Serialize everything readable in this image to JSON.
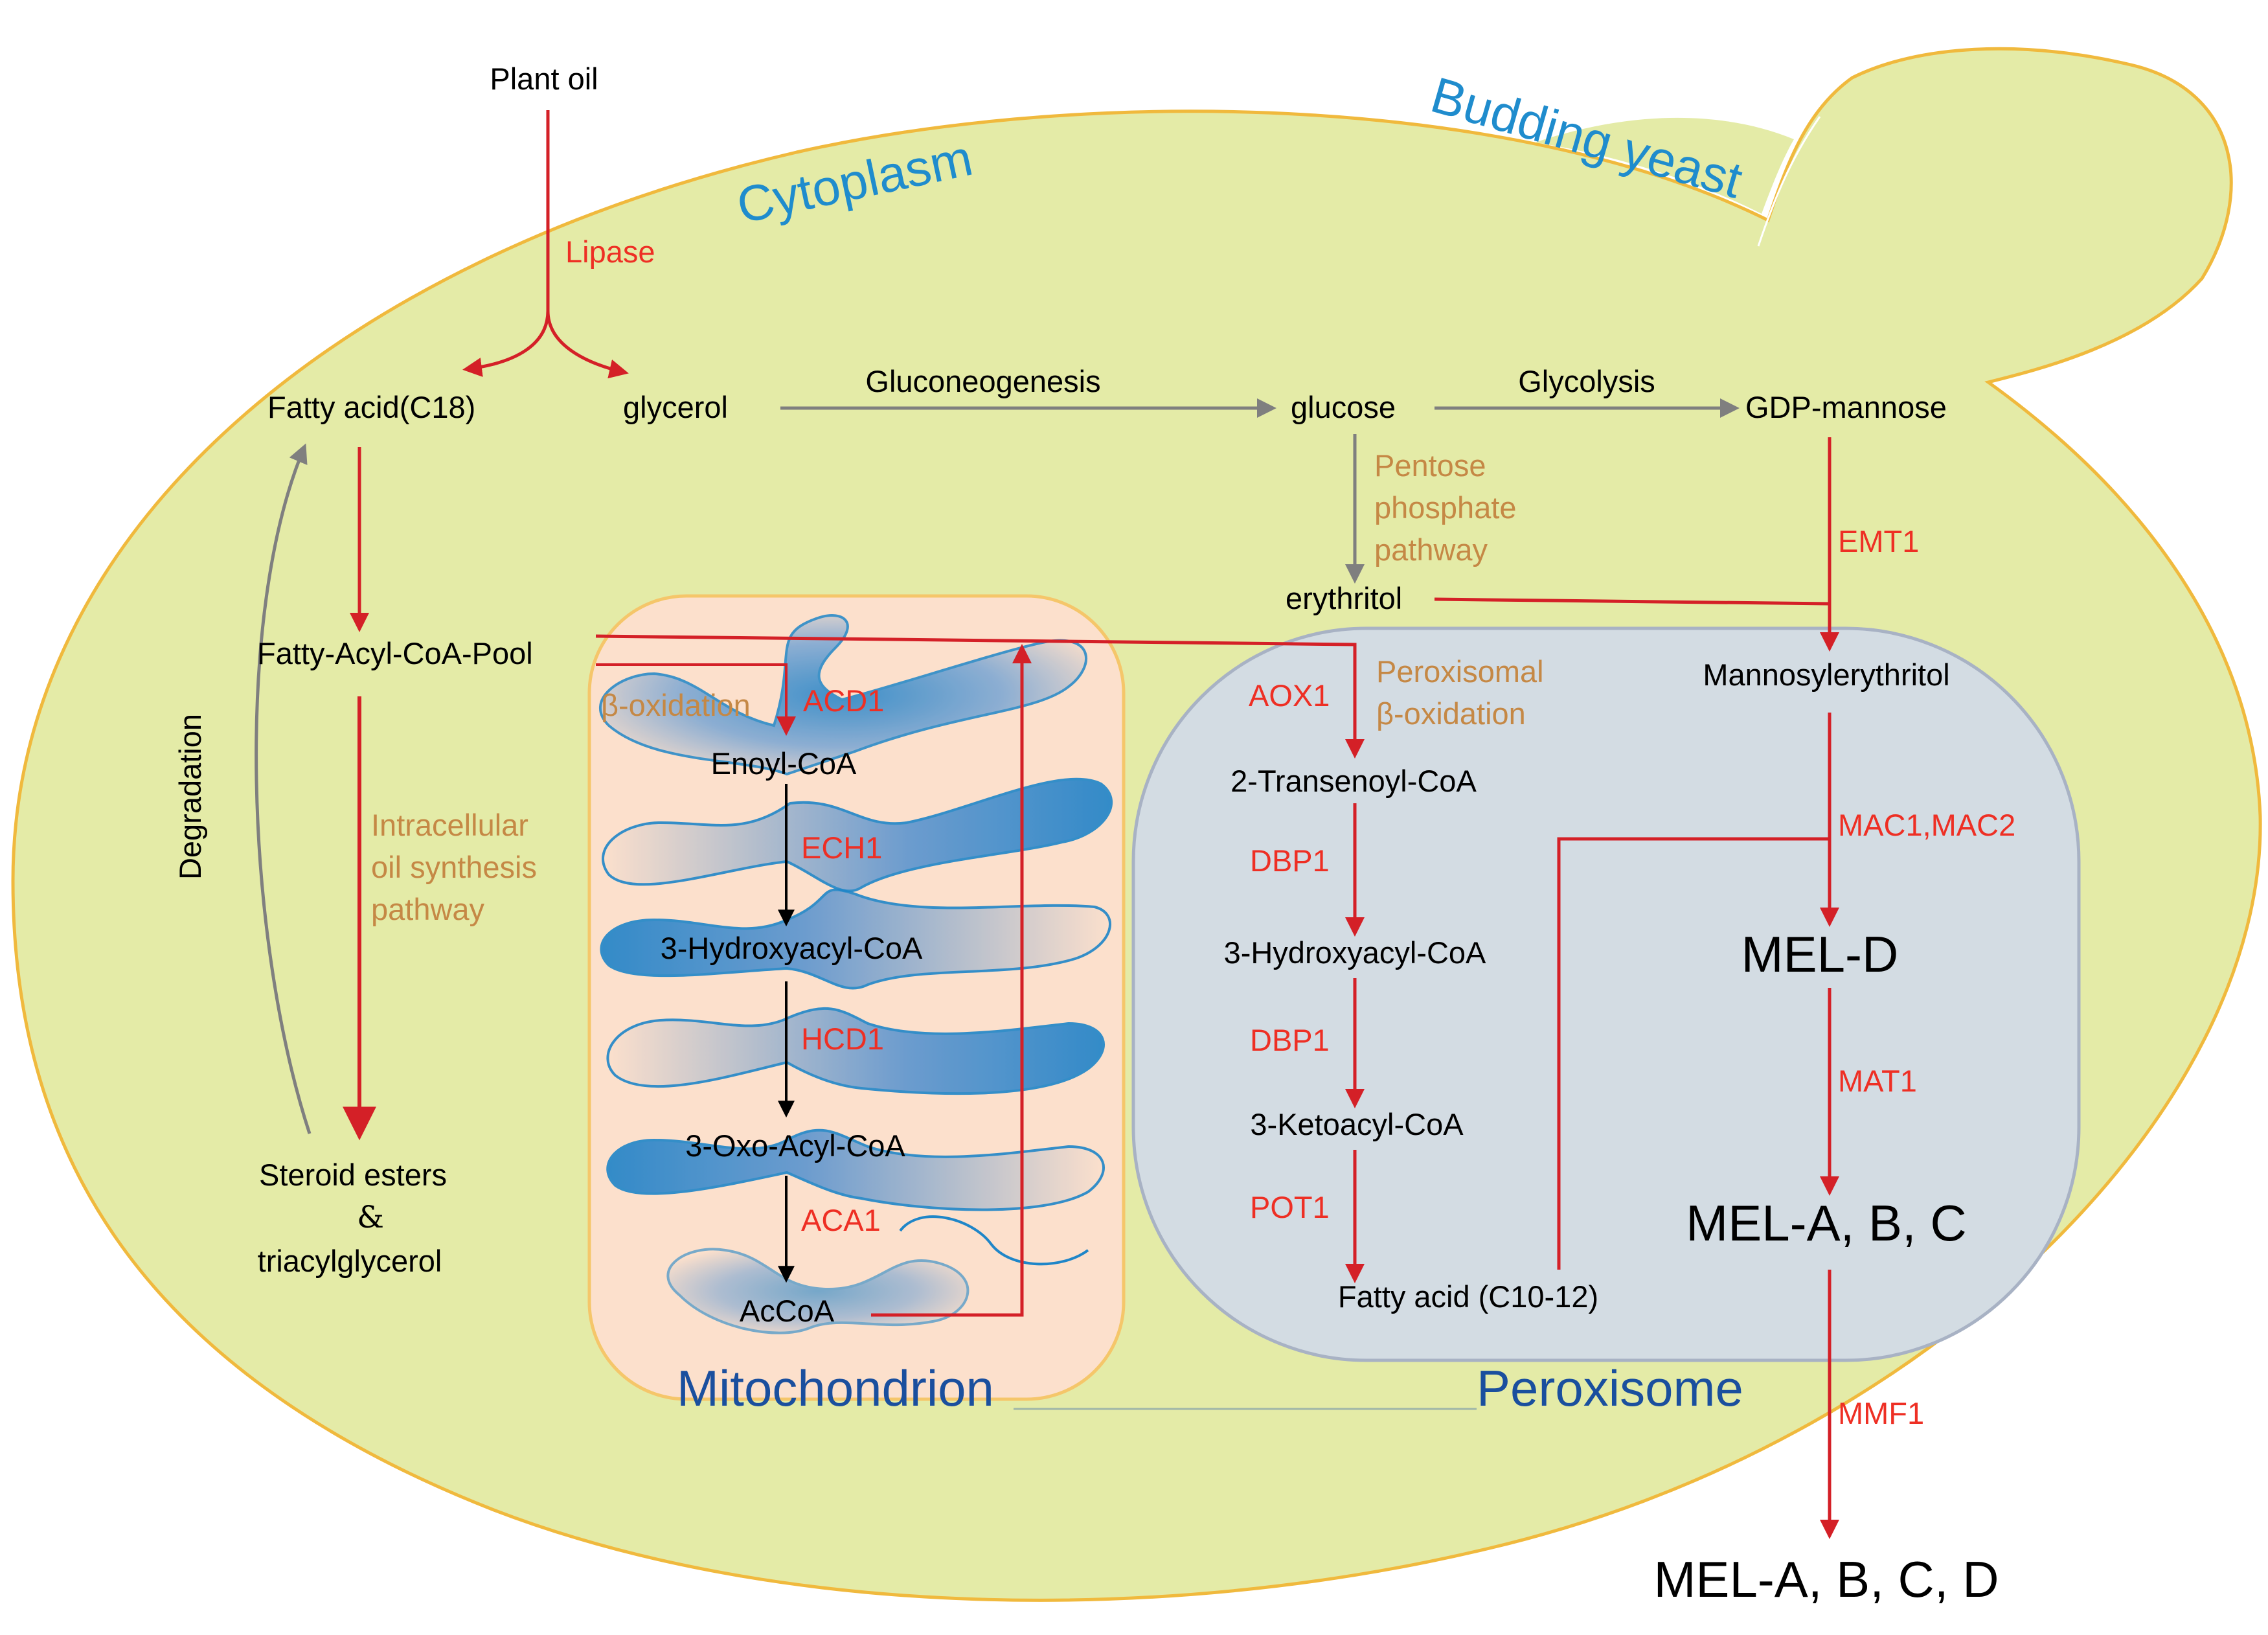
{
  "title": "",
  "compartments": {
    "cytoplasm": "Cytoplasm",
    "organism": "Budding yeast",
    "mitochondrion": "Mitochondrion",
    "peroxisome": "Peroxisome"
  },
  "nodes": {
    "plant_oil": "Plant oil",
    "fatty_acid_c18": "Fatty acid(C18)",
    "glycerol": "glycerol",
    "glucose": "glucose",
    "gdp_mannose": "GDP-mannose",
    "erythritol": "erythritol",
    "fatty_acyl_coa_pool": "Fatty-Acyl-CoA-Pool",
    "enoyl_coa": "Enoyl-CoA",
    "hydroxyacyl_coa_mito": "3-Hydroxyacyl-CoA",
    "oxo_acyl_coa": "3-Oxo-Acyl-CoA",
    "accoa": "AcCoA",
    "transenoyl_coa": "2-Transenoyl-CoA",
    "hydroxyacyl_coa_perox": "3-Hydroxyacyl-CoA",
    "ketoacyl_coa": "3-Ketoacyl-CoA",
    "fatty_acid_c10_12": "Fatty acid (C10-12)",
    "mannosylerythritol": "Mannosylerythritol",
    "steroid_esters": "Steroid esters",
    "ampersand": "&",
    "triacylglycerol": "triacylglycerol",
    "mel_d": "MEL-D",
    "mel_abc": "MEL-A, B, C",
    "mel_abcd": "MEL-A, B, C, D"
  },
  "enzymes": {
    "lipase": "Lipase",
    "emt1": "EMT1",
    "acd1": "ACD1",
    "ech1": "ECH1",
    "hcd1": "HCD1",
    "aca1": "ACA1",
    "aox1": "AOX1",
    "dbp1_a": "DBP1",
    "dbp1_b": "DBP1",
    "pot1": "POT1",
    "mac": "MAC1,MAC2",
    "mat1": "MAT1",
    "mmf1": "MMF1"
  },
  "pathways": {
    "gluconeogenesis": "Gluconeogenesis",
    "glycolysis": "Glycolysis",
    "pentose_lines": [
      "Pentose",
      "phosphate",
      "pathway"
    ],
    "beta_oxidation": "β-oxidation",
    "peroxisomal_lines": [
      "Peroxisomal",
      "β-oxidation"
    ],
    "intracellular_lines": [
      "Intracellular",
      "oil synthesis",
      "pathway"
    ],
    "degradation": "Degradation"
  },
  "colors": {
    "cell_fill": "#e4eba7",
    "mito_fill": "#fce0cc",
    "mito_border": "#f5c66a",
    "perox_fill": "#d3dce3",
    "membrane_blue": "#1f86c8",
    "arrow_red": "#d42027",
    "arrow_gray": "#7f7f7f",
    "enzyme_red": "#ee2f24",
    "pathway_brown": "#c58845",
    "compartment_blue": "#1a4f9e"
  }
}
